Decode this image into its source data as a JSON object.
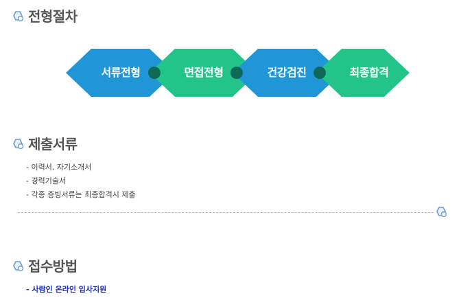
{
  "sections": {
    "process": {
      "title": "전형절차"
    },
    "documents": {
      "title": "제출서류"
    },
    "apply": {
      "title": "접수방법"
    }
  },
  "process_steps": [
    {
      "label": "서류전형",
      "color": "#2196d6"
    },
    {
      "label": "면접전형",
      "color": "#22c48a"
    },
    {
      "label": "건강검진",
      "color": "#2196d6"
    },
    {
      "label": "최종합격",
      "color": "#22c48a"
    }
  ],
  "connector_color": "#0e6a57",
  "documents": [
    "- 이력서, 자기소개서",
    "- 경력기술서",
    "- 각종 증빙서류는 최종합격시 제출"
  ],
  "apply_method": "- 사람인 온라인 입사지원",
  "icons": {
    "section_icon": "hexagon-bubble-icon",
    "divider_icon": "hexagon-bubble-icon"
  },
  "colors": {
    "icon_stroke": "#6a9bd6",
    "apply_text": "#1a2fbf"
  }
}
